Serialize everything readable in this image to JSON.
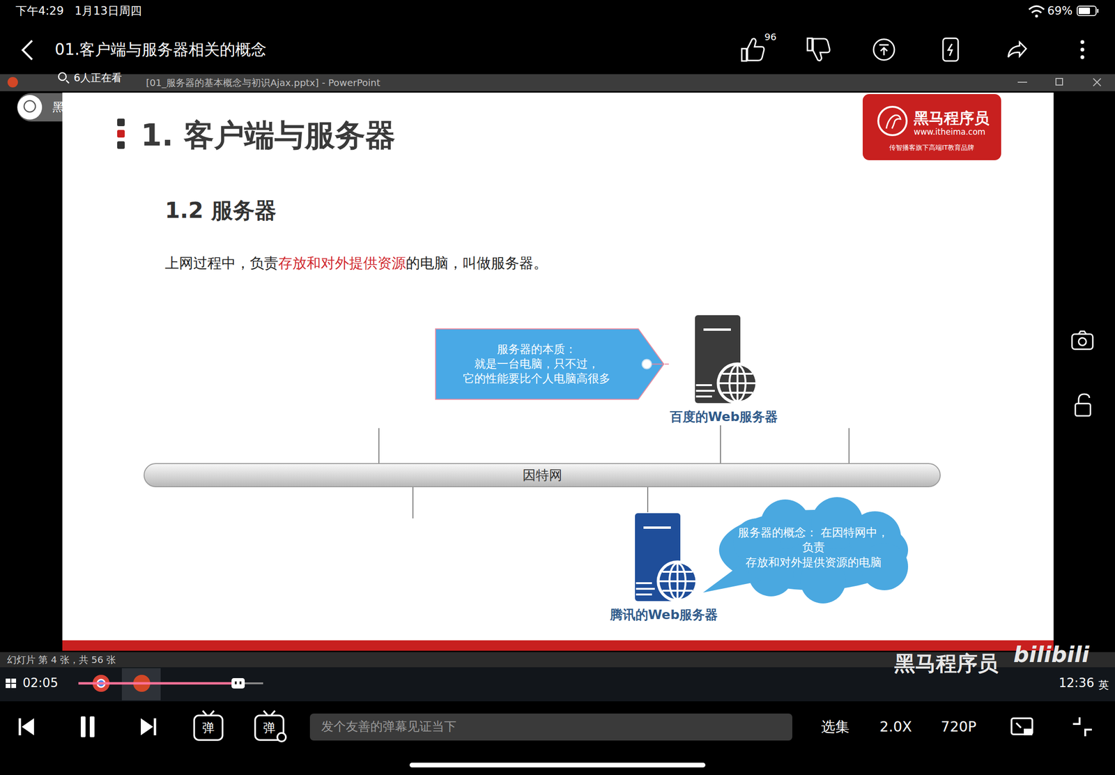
{
  "diagram": {
    "title": "1. 客户端与服务器",
    "nodes": [
      {
        "text": [
          "服务器的本质： 就是一台电脑，只不过， 它的性能要比个人电脑高很多"
        ]
      },
      {
        "text": [
          "百度的Web服务器"
        ]
      },
      {
        "text": [
          "因特网"
        ]
      },
      {
        "text": [
          "腾讯的Web服务器"
        ]
      },
      {
        "text": [
          "服务器的概念： 在因特网中，负责 存放和对外提供资源的电脑"
        ]
      }
    ],
    "edges": [
      {
        "from": 0,
        "to": 1,
        "arrow": "none"
      },
      {
        "from": 1,
        "to": 2,
        "arrow": "none"
      },
      {
        "from": 2,
        "to": 3,
        "arrow": "none"
      }
    ],
    "labels": [
      "下午4:29",
      "1月13日周四",
      "69%",
      "01.客户端与服务器相关的概念",
      "96",
      "6人正在看",
      "[01_服务器的基本概念与初识Ajax.pptx] - PowerPoint",
      "黑马程序员",
      "黑马程序员",
      "www.itheima.com",
      "传智播客旗下高端IT教育品牌",
      "1.2 服务器",
      "上网过程中，负责",
      "存放和对外提供资源",
      "的电脑，叫做服务器。",
      "幻灯片 第 4 张，共 56 张",
      "02:05",
      "12:36",
      "英",
      "黑马程序员",
      "bilibili",
      "弹",
      "弹",
      "发个友善的弹幕见证当下",
      "选集",
      "2.0X",
      "720P"
    ]
  }
}
